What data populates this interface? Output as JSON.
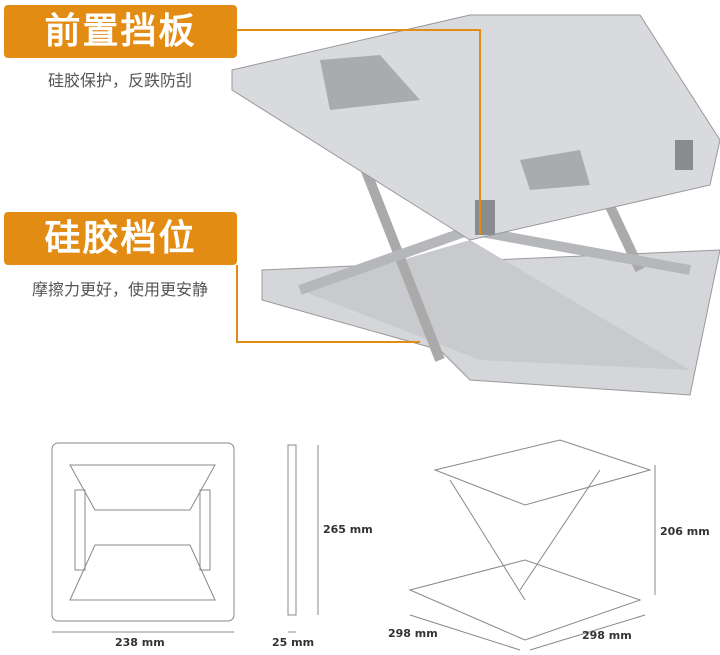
{
  "features": [
    {
      "title": "前置挡板",
      "desc": "硅胶保护，反跌防刮"
    },
    {
      "title": "硅胶档位",
      "desc": "摩擦力更好，使用更安静"
    }
  ],
  "dimensions": {
    "width": "238 mm",
    "thickness": "25 mm",
    "height_flat": "265 mm",
    "depth": "298 mm",
    "length": "298 mm",
    "height_raised": "206 mm"
  },
  "colors": {
    "accent": "#e38c14",
    "metal": "#c9cbce"
  }
}
